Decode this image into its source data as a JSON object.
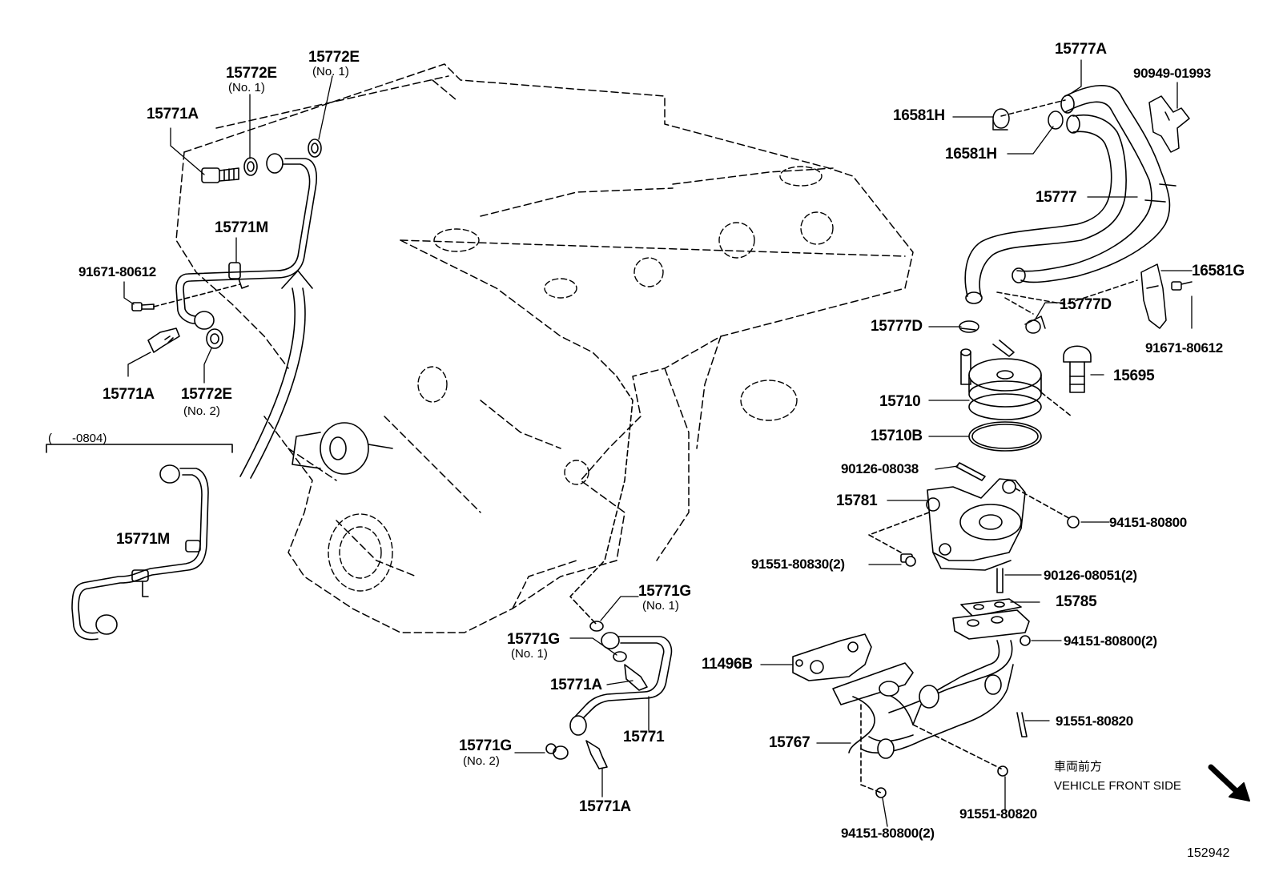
{
  "labels": {
    "l15772E_a": "15772E",
    "l15772E_a_no": "(No. 1)",
    "l15772E_b": "15772E",
    "l15772E_b_no": "(No. 1)",
    "l15771A_a": "15771A",
    "l15771M_a": "15771M",
    "l91671_a": "91671-80612",
    "l15771A_b": "15771A",
    "l15772E_c": "15772E",
    "l15772E_c_no": "(No. 2)",
    "range": "(      -0804)",
    "l15771M_b": "15771M",
    "l15777A": "15777A",
    "l90949": "90949-01993",
    "l16581H_a": "16581H",
    "l16581H_b": "16581H",
    "l15777": "15777",
    "l16581G": "16581G",
    "l91671_b": "91671-80612",
    "l15777D_a": "15777D",
    "l15777D_b": "15777D",
    "l15695": "15695",
    "l15710": "15710",
    "l15710B": "15710B",
    "l90126_a": "90126-08038",
    "l15781": "15781",
    "l94151_a": "94151-80800",
    "l91551_a": "91551-80830(2)",
    "l90126_b": "90126-08051(2)",
    "l15785": "15785",
    "l94151_b": "94151-80800(2)",
    "l11496B": "11496B",
    "l15767": "15767",
    "l91551_b": "91551-80820",
    "l91551_c": "91551-80820",
    "l94151_c": "94151-80800(2)",
    "l15771G_a": "15771G",
    "l15771G_a_no": "(No. 1)",
    "l15771G_b": "15771G",
    "l15771G_b_no": "(No. 1)",
    "l15771A_c": "15771A",
    "l15771": "15771",
    "l15771G_c": "15771G",
    "l15771G_c_no": "(No. 2)",
    "l15771A_d": "15771A"
  },
  "direction": {
    "jp": "車両前方",
    "en": "VEHICLE FRONT SIDE"
  },
  "figure_number": "152942"
}
